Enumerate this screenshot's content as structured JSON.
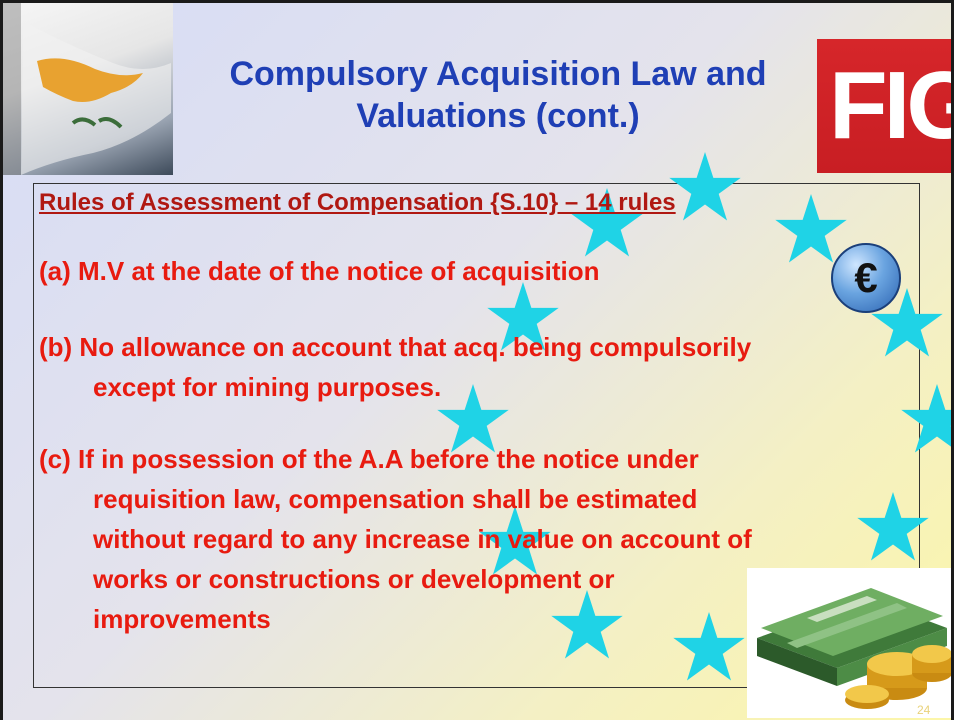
{
  "slide": {
    "title_line1": "Compulsory Acquisition Law  and",
    "title_line2": "Valuations (cont.)",
    "logo_text": "FIG",
    "heading": "Rules of Assessment of Compensation {S.10} – 14 rules",
    "items": [
      {
        "line1": "(a) M.V at the date of the notice of acquisition"
      },
      {
        "line1": "(b) No allowance on account that acq. being  compulsorily",
        "line2": "except for mining purposes."
      },
      {
        "line1": "(c)  If in possession of the A.A before the notice under",
        "line2": "requisition law, compensation shall be estimated",
        "line3": "without regard to any increase in value on account of",
        "line4": "works or constructions or development or",
        "line5": "improvements"
      }
    ],
    "euro_symbol": "€",
    "page_number": "24"
  },
  "colors": {
    "title": "#1f3fb5",
    "text": "#e81b10",
    "heading": "#b01812",
    "logo_bg": "#c81e23",
    "star": "#1fd3e6"
  },
  "icons": [
    "cyprus-flag-icon",
    "fig-logo",
    "euro-icon",
    "money-stack-icon",
    "star-icon"
  ]
}
